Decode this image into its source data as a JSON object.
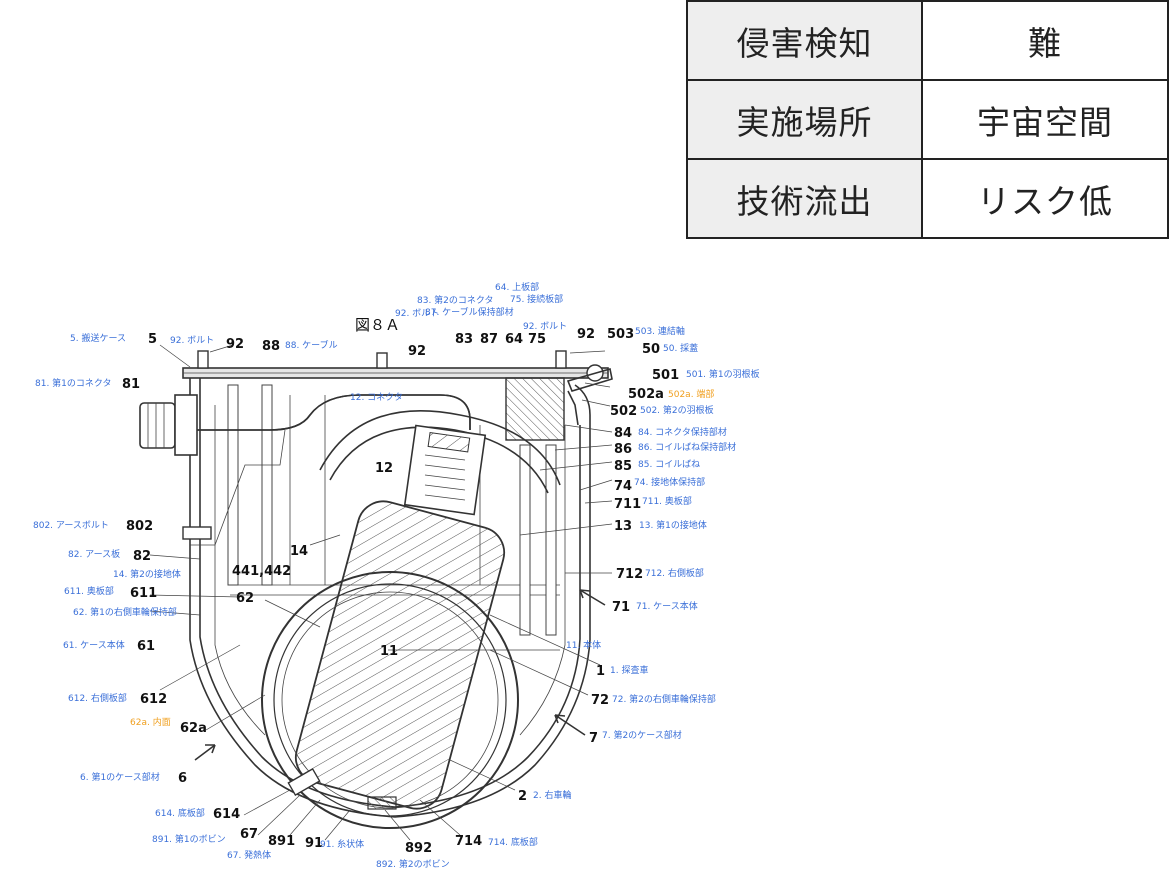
{
  "table": {
    "rows": [
      {
        "key": "侵害検知",
        "value": "難"
      },
      {
        "key": "実施場所",
        "value": "宇宙空間"
      },
      {
        "key": "技術流出",
        "value": "リスク低"
      }
    ]
  },
  "figure": {
    "title": "図８Ａ",
    "labels": [
      {
        "num": "5",
        "text": "5. 搬送ケース"
      },
      {
        "num": "92",
        "text": "92. ボルト"
      },
      {
        "num": "88",
        "text": "88. ケーブル"
      },
      {
        "num": "83",
        "text": "83. 第2のコネクタ"
      },
      {
        "num": "87",
        "text": "87. ケーブル保持部材"
      },
      {
        "num": "64",
        "text": "64. 上板部"
      },
      {
        "num": "75",
        "text": "75. 接続板部"
      },
      {
        "num": "503",
        "text": "503. 連結軸"
      },
      {
        "num": "50",
        "text": "50. 採蓋"
      },
      {
        "num": "501",
        "text": "501. 第1の羽根板"
      },
      {
        "num": "502a",
        "text": "502a. 端部"
      },
      {
        "num": "502",
        "text": "502. 第2の羽根板"
      },
      {
        "num": "81",
        "text": "81. 第1のコネクタ"
      },
      {
        "num": "12",
        "text": "12. コネクタ"
      },
      {
        "num": "84",
        "text": "84. コネクタ保持部材"
      },
      {
        "num": "86",
        "text": "86. コイルばね保持部材"
      },
      {
        "num": "85",
        "text": "85. コイルばね"
      },
      {
        "num": "74",
        "text": "74. 接地体保持部"
      },
      {
        "num": "711",
        "text": "711. 奥板部"
      },
      {
        "num": "13",
        "text": "13. 第1の接地体"
      },
      {
        "num": "802",
        "text": "802. アースボルト"
      },
      {
        "num": "82",
        "text": "82. アース板"
      },
      {
        "num": "14",
        "text": "14. 第2の接地体"
      },
      {
        "num": "611",
        "text": "611. 奥板部"
      },
      {
        "num": "62",
        "text": "62. 第1の右側車輪保持部"
      },
      {
        "num": "712",
        "text": "712. 右側板部"
      },
      {
        "num": "71",
        "text": "71. ケース本体"
      },
      {
        "num": "61",
        "text": "61. ケース本体"
      },
      {
        "num": "11",
        "text": "11. 本体"
      },
      {
        "num": "1",
        "text": "1. 探査車"
      },
      {
        "num": "612",
        "text": "612. 右側板部"
      },
      {
        "num": "72",
        "text": "72. 第2の右側車輪保持部"
      },
      {
        "num": "62a",
        "text": "62a. 内面"
      },
      {
        "num": "7",
        "text": "7. 第2のケース部材"
      },
      {
        "num": "6",
        "text": "6. 第1のケース部材"
      },
      {
        "num": "2",
        "text": "2. 右車輪"
      },
      {
        "num": "614",
        "text": "614. 底板部"
      },
      {
        "num": "67",
        "text": "67. 発熱体"
      },
      {
        "num": "891",
        "text": "891. 第1のボビン"
      },
      {
        "num": "91",
        "text": "91. 糸状体"
      },
      {
        "num": "892",
        "text": "892. 第2のボビン"
      },
      {
        "num": "714",
        "text": "714. 底板部"
      }
    ],
    "extra_numbers": {
      "n441": "441,442"
    }
  }
}
